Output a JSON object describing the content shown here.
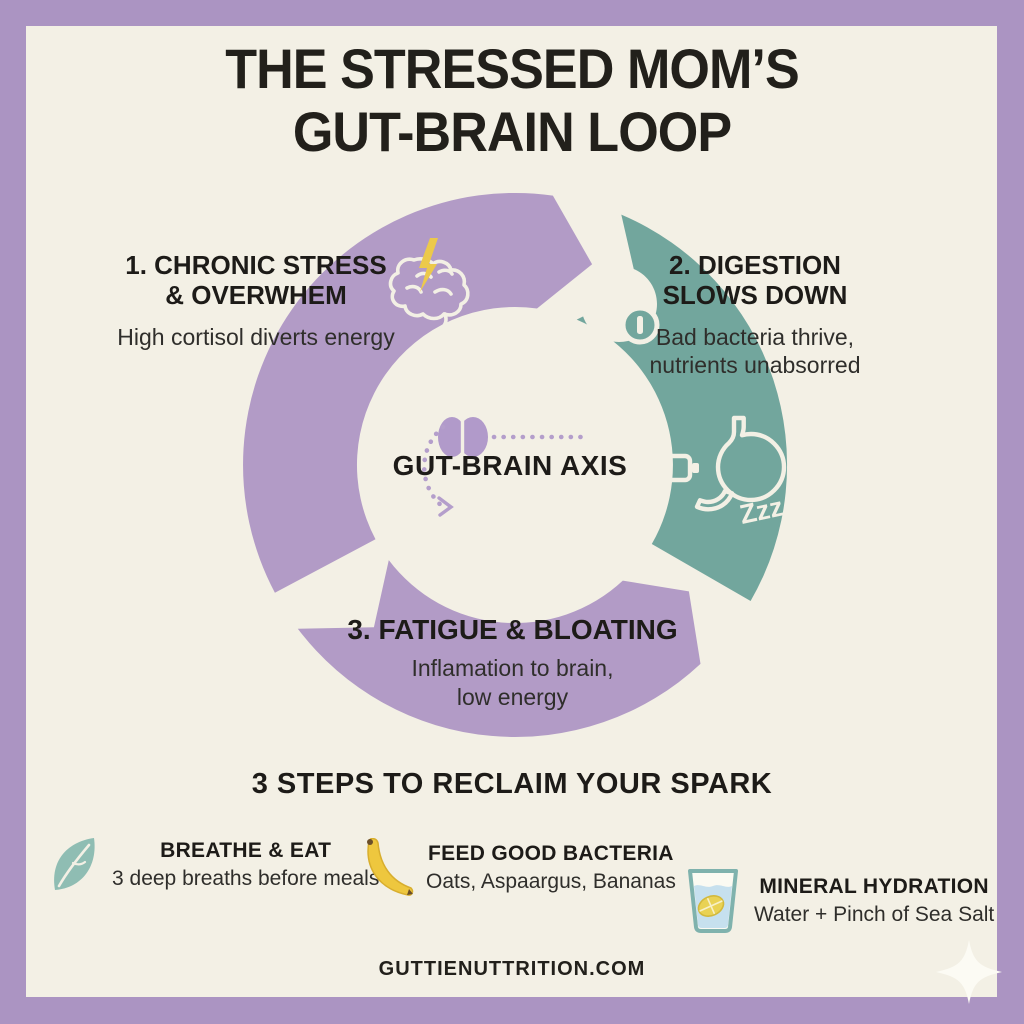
{
  "title": {
    "line1": "THE STRESSED MOM’S",
    "line2": "GUT-BRAIN LOOP"
  },
  "loop": {
    "center_label": "GUT-BRAIN AXIS",
    "sleep_label": "Zzz",
    "steps": [
      {
        "heading_line1": "1. CHRONIC STRESS",
        "heading_line2": "& OVERWHEM",
        "subtext": "High cortisol diverts energy",
        "icon": "brain-lightning-icon"
      },
      {
        "heading_line1": "2. DIGESTION",
        "heading_line2": "SLOWS DOWN",
        "subtext_line1": "Bad bacteria thrive,",
        "subtext_line2": "nutrients unabsorred",
        "icon": "stomach-alert-icon"
      },
      {
        "heading": "3. FATIGUE & BLOATING",
        "subtext_line1": "Inflamation to brain,",
        "subtext_line2": "low energy",
        "icon": "stomach-battery-sleep-icon"
      }
    ]
  },
  "steps_section": {
    "heading": "3 STEPS TO RECLAIM YOUR SPARK",
    "tips": [
      {
        "title": "BREATHE & EAT",
        "subtext": "3 deep breaths before meals",
        "icon": "leaf-icon"
      },
      {
        "title": "FEED GOOD BACTERIA",
        "subtext": "Oats, Aspaargus, Bananas",
        "icon": "banana-icon"
      },
      {
        "title": "MINERAL HYDRATION",
        "subtext": "Water + Pinch of Sea Salt",
        "icon": "water-glass-icon"
      }
    ]
  },
  "footer": {
    "website": "GUTTIENUTTRITION.COM"
  },
  "colors": {
    "border_purple": "#ab94c2",
    "background_cream": "#f3f0e5",
    "loop_purple": "#b29bc6",
    "loop_teal": "#72a69d",
    "accent_yellow": "#ecc94b",
    "text_dark": "#1d1b18"
  }
}
